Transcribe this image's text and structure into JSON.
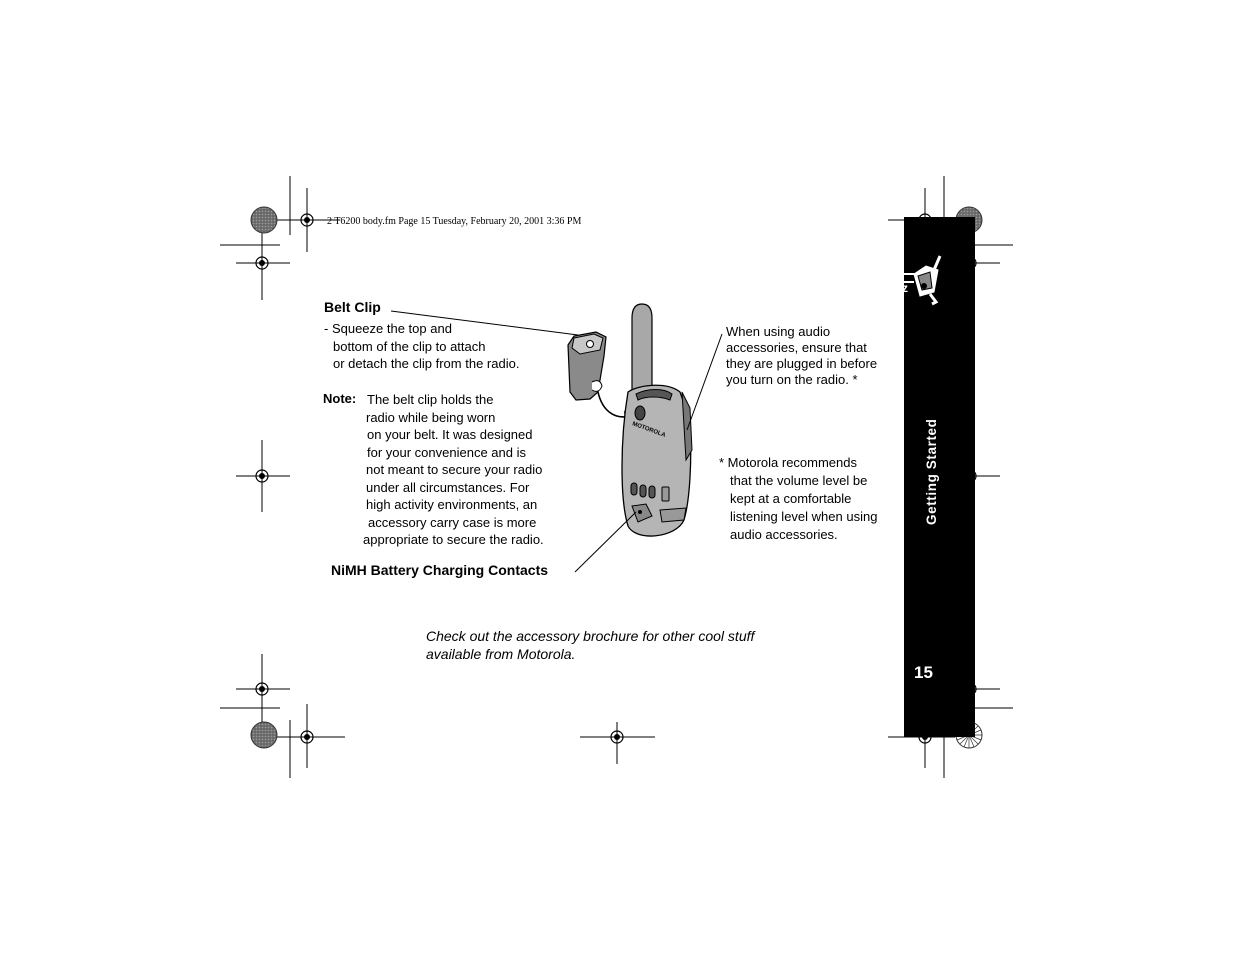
{
  "header": {
    "file_info": "2 T6200 body.fm  Page 15  Tuesday, February 20, 2001  3:36 PM"
  },
  "belt_clip": {
    "title": "Belt Clip",
    "desc_lines": [
      "- Squeeze the top and",
      "bottom of the clip to attach",
      "or detach the clip from the radio."
    ]
  },
  "note": {
    "label": "Note:",
    "lines": [
      "The belt clip holds the",
      "radio while being worn",
      "on your belt. It was designed",
      "for your convenience and is",
      "not meant to secure your radio",
      "under all circumstances. For",
      "high activity environments, an",
      "accessory carry case is more",
      "appropriate to secure the radio."
    ]
  },
  "nimh_label": "NiMH Battery Charging Contacts",
  "audio_note_lines": [
    "When using audio",
    "accessories, ensure that",
    "they are plugged in before",
    "you turn on the radio. *"
  ],
  "footnote_lines": [
    "* Motorola recommends",
    "that the volume level be",
    "kept at a comfortable",
    "listening level when using",
    "audio accessories."
  ],
  "promo_lines": [
    "Check out the accessory brochure for other cool stuff",
    "available from Motorola."
  ],
  "side_tab": {
    "section_title": "Getting Started",
    "page_number": "15"
  },
  "radio_brand": "MOTOROLA"
}
